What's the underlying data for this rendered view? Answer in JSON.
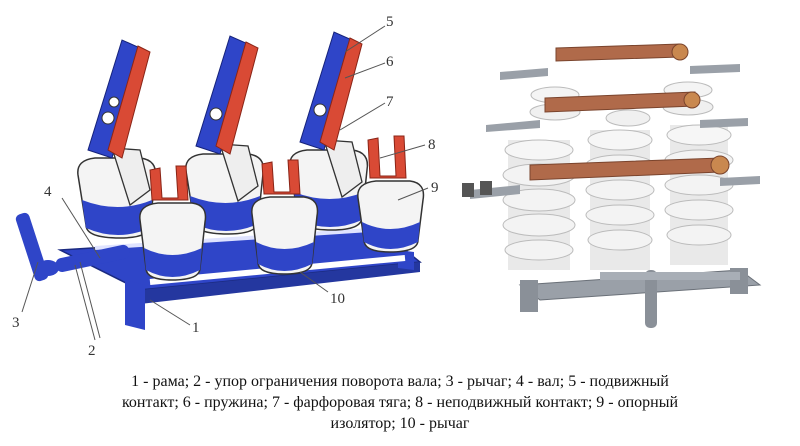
{
  "labels": [
    "1",
    "2",
    "3",
    "4",
    "5",
    "6",
    "7",
    "8",
    "9",
    "10"
  ],
  "caption": {
    "line1": "1  -  рама; 2  -  упор ограничения поворота вала; 3  -  рычаг; 4  -  вал; 5  -  подвижный",
    "line2": "контакт;  6  -  пружина;  7  -  фарфоровая тяга;  8  -  неподвижный контакт;  9  -  опорный",
    "line3": "изолятор; 10  -  рычаг"
  },
  "colors": {
    "frame": "#2f45c8",
    "contact": "#d94a35",
    "porcelain": "#f4f4f4",
    "copper": "#b06a4a",
    "steel": "#9aa0a8"
  }
}
